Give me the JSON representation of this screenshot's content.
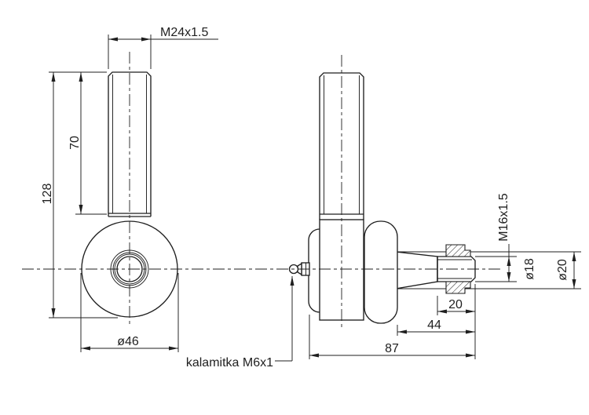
{
  "drawing": {
    "type": "technical-drawing-2-views",
    "part": "ball-joint-tie-rod-end"
  },
  "labels": {
    "m24": "M24x1.5",
    "len70": "70",
    "len128": "128",
    "dia46": "ø46",
    "grease": "kalamitka M6x1",
    "m16": "M16x1.5",
    "dia18": "ø18",
    "dia20": "ø20",
    "len20": "20",
    "len44": "44",
    "len87": "87"
  },
  "colors": {
    "line": "#1f1f1f",
    "background": "#ffffff"
  }
}
